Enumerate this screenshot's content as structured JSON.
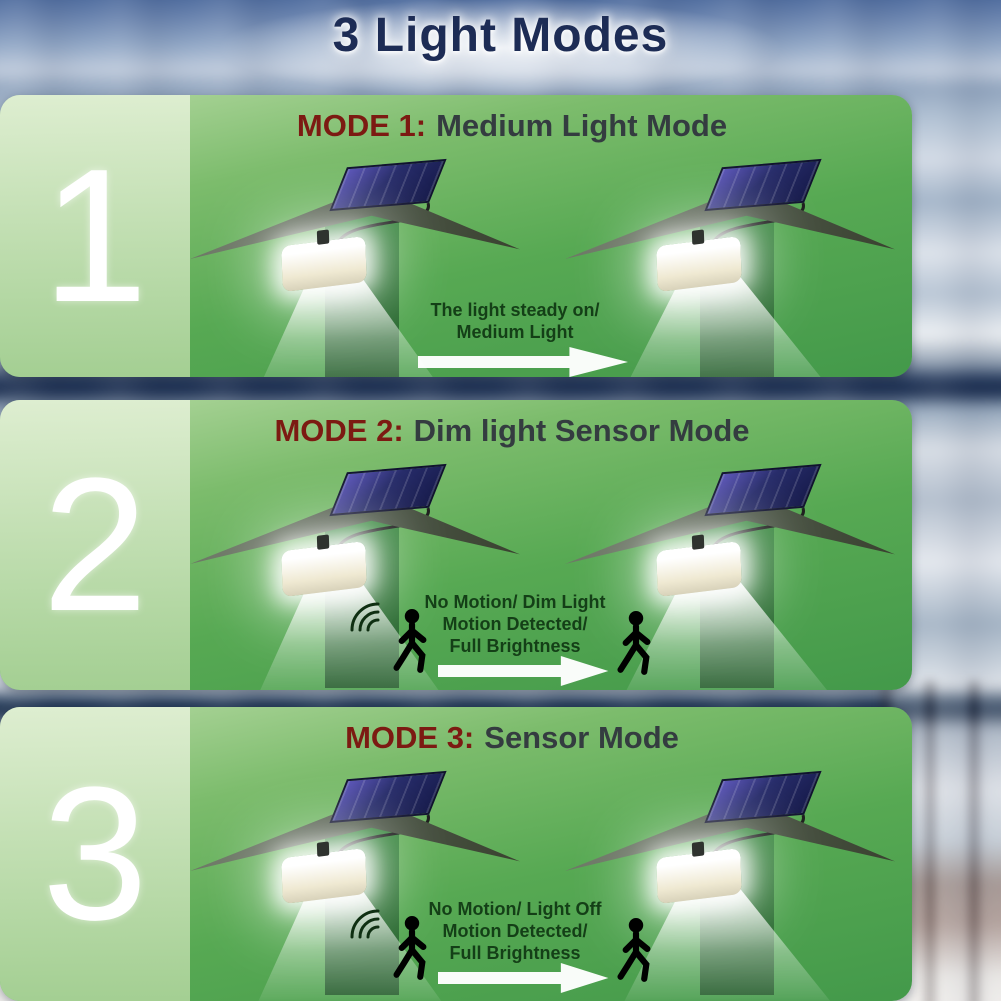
{
  "title": "3 Light Modes",
  "panels": [
    {
      "number": "1",
      "mode_label": "MODE 1:",
      "mode_name": "Medium Light Mode",
      "caption": [
        "The light steady on/",
        "Medium Light"
      ]
    },
    {
      "number": "2",
      "mode_label": "MODE 2:",
      "mode_name": "Dim light Sensor Mode",
      "caption": [
        "No Motion/ Dim Light",
        "Motion Detected/",
        "Full Brightness"
      ]
    },
    {
      "number": "3",
      "mode_label": "MODE 3:",
      "mode_name": "Sensor Mode",
      "caption": [
        "No Motion/ Light Off",
        "Motion Detected/",
        "Full Brightness"
      ]
    }
  ],
  "icons": {
    "arrow-right-icon": "solid white right-pointing arrow",
    "motion-waves-icon": "three dark arcs radiating (motion sensor waves)",
    "walking-person-icon": "black walking person silhouette",
    "solar-panel-icon": "dark blue-purple solar panel",
    "roof-eave-icon": "gray roof overhang",
    "solar-light-lamp-icon": "white glowing wall lamp",
    "light-beam-icon": "white downward light cone"
  },
  "colors": {
    "panel_green": "#57a953",
    "panel_light_green": "#b5d9a2",
    "mode_label_red": "#7c1a12",
    "title_navy": "#1d2c55",
    "caption_green": "#143f17",
    "arrow_white": "#ffffff"
  }
}
